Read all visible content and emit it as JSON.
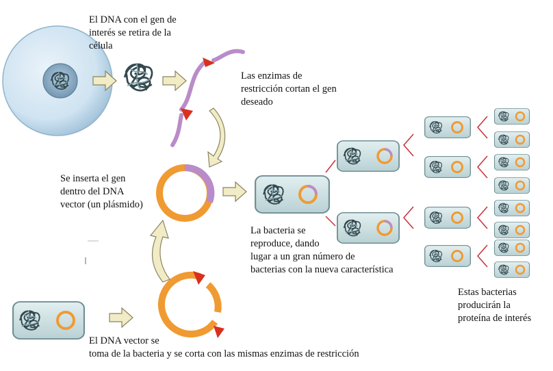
{
  "labels": {
    "dna_removed": "El DNA con el gen de\ninterés se retira de la\ncélula",
    "enzymes_cut": "Las enzimas de\nrestricción cortan el gen\ndeseado",
    "insert_gene": "Se inserta el gen\ndentro del DNA\nvector (un plásmido)",
    "bacteria_reproduce": "La bacteria se\nreproduce, dando\nlugar a un gran número de\nbacterias con la nueva característica",
    "bacteria_produce": "Estas bacterias\nproducirán la\nproteína de interés",
    "vector_dna": "El DNA vector se\ntoma de la bacteria y se corta con las mismas enzimas de restricción"
  },
  "colors": {
    "cell_fill": "#cfe3f1",
    "nucleus_fill": "#8fb1c9",
    "bacterium_fill": "#cfe2e4",
    "bacterium_stroke": "#6f8f94",
    "plasmid_orange": "#f09a32",
    "gene_purple": "#b98cc9",
    "enzyme_red": "#d9301e",
    "arrow_fill": "#f1ecc6",
    "arrow_stroke": "#8a8360",
    "branch_red": "#c9303a"
  }
}
